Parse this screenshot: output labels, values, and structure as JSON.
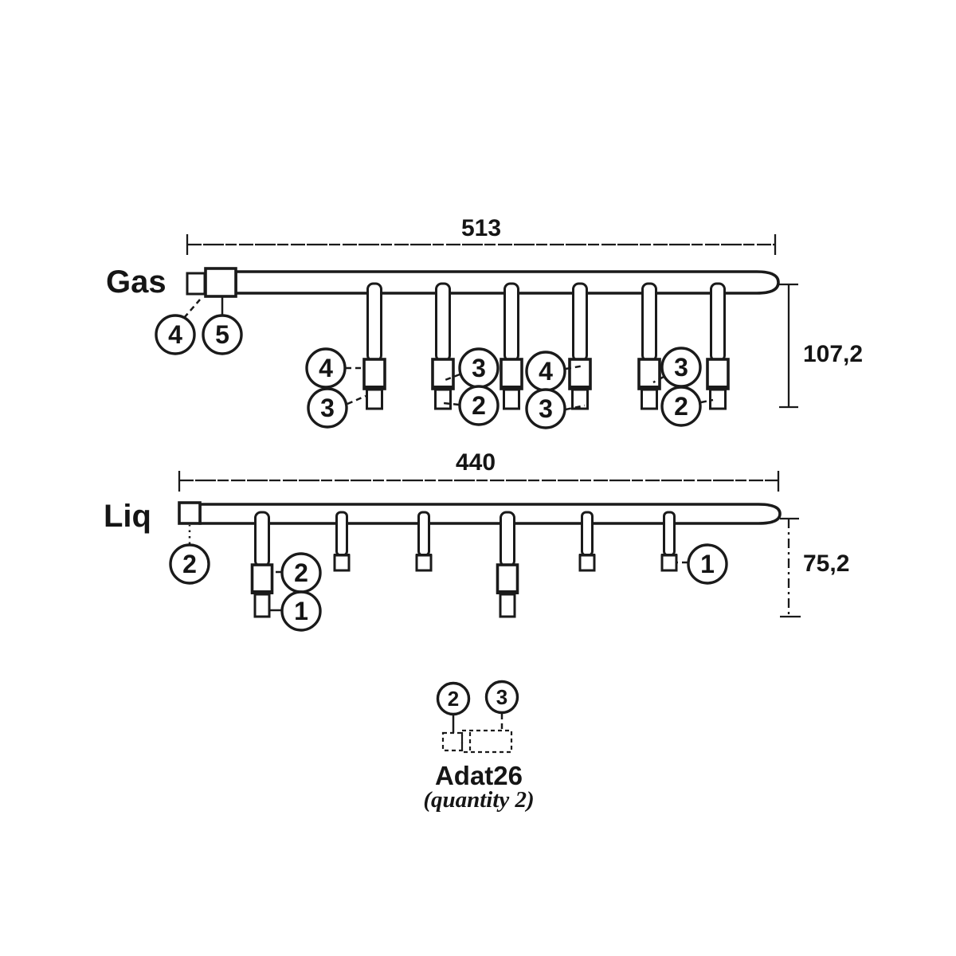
{
  "colors": {
    "ink": "#1a1a1a",
    "paper": "#ffffff"
  },
  "gas": {
    "label": "Gas",
    "length_dim": "513",
    "height_dim": "107,2",
    "callouts": [
      {
        "n": "4"
      },
      {
        "n": "5"
      },
      {
        "n": "4"
      },
      {
        "n": "3"
      },
      {
        "n": "3"
      },
      {
        "n": "2"
      },
      {
        "n": "4"
      },
      {
        "n": "3"
      },
      {
        "n": "3"
      },
      {
        "n": "2"
      }
    ]
  },
  "liq": {
    "label": "Liq",
    "length_dim": "440",
    "height_dim": "75,2",
    "callouts": [
      {
        "n": "2"
      },
      {
        "n": "2"
      },
      {
        "n": "1"
      },
      {
        "n": "1"
      }
    ]
  },
  "adapter": {
    "name": "Adat26",
    "quantity_note": "(quantity 2)",
    "callouts": [
      {
        "n": "2"
      },
      {
        "n": "3"
      }
    ]
  }
}
